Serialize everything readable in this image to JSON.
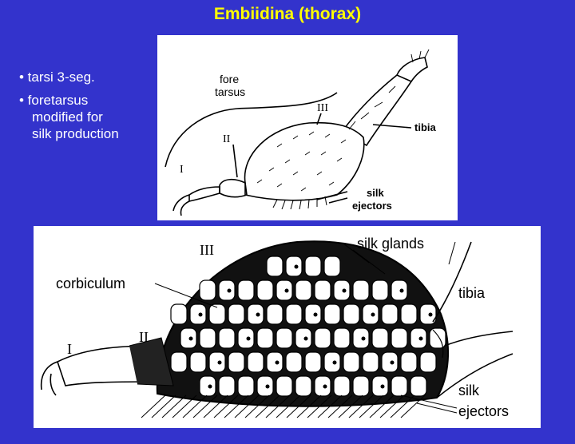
{
  "slide": {
    "title": "Embiidina (thorax)",
    "bullets": [
      {
        "lines": [
          "• tarsi 3-seg."
        ]
      },
      {
        "lines": [
          "• foretarsus",
          "modified for",
          "silk production"
        ]
      }
    ]
  },
  "figure_top": {
    "label_fore": "fore",
    "label_tarsus": "tarsus",
    "roman_1": "I",
    "roman_2": "II",
    "roman_3": "III",
    "label_tibia": "tibia",
    "label_silk": "silk",
    "label_ejectors": "ejectors"
  },
  "figure_bottom": {
    "roman_1": "I",
    "roman_2": "II",
    "roman_3": "III",
    "label_corbiculum": "corbiculum",
    "label_silk_glands": "silk  glands",
    "label_tibia": "tibia",
    "label_silk": "silk",
    "label_ejectors": "ejectors"
  }
}
